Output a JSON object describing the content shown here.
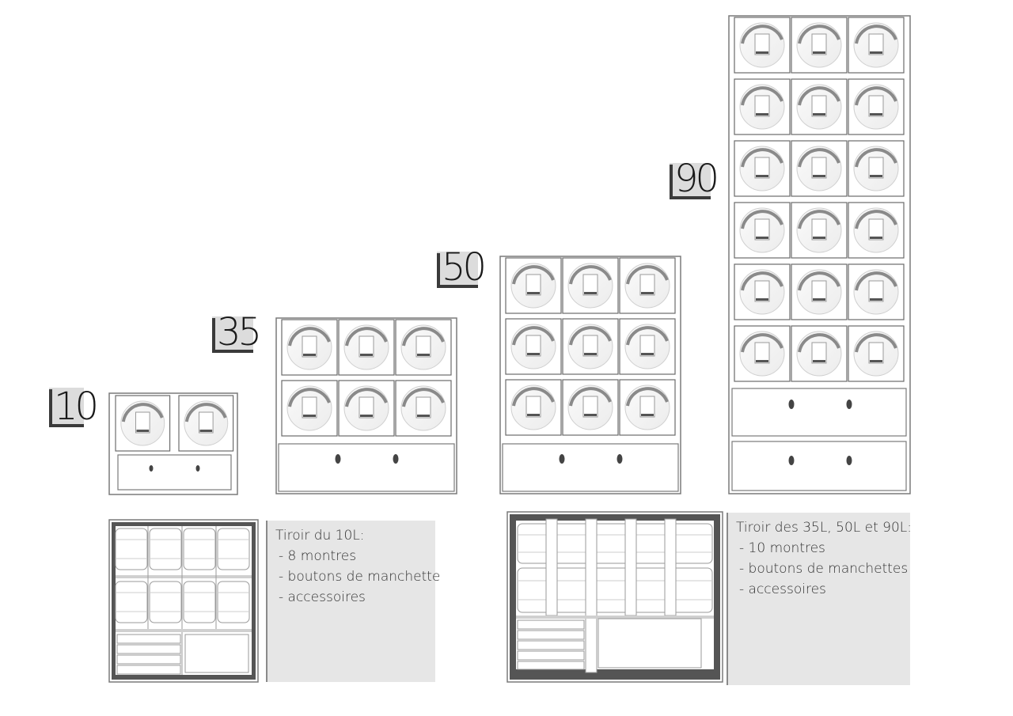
{
  "models": [
    {
      "id": "10",
      "label": "10"
    },
    {
      "id": "35",
      "label": "35"
    },
    {
      "id": "50",
      "label": "50"
    },
    {
      "id": "90",
      "label": "90"
    }
  ],
  "notes": {
    "small": {
      "title": "Tiroir du 10L:",
      "items": [
        "8 montres",
        "boutons de manchette",
        "accessoires"
      ]
    },
    "large": {
      "title": "Tiroir des 35L, 50L et 90L:",
      "items": [
        "10 montres",
        "boutons de manchettes",
        "accessoires"
      ]
    }
  }
}
